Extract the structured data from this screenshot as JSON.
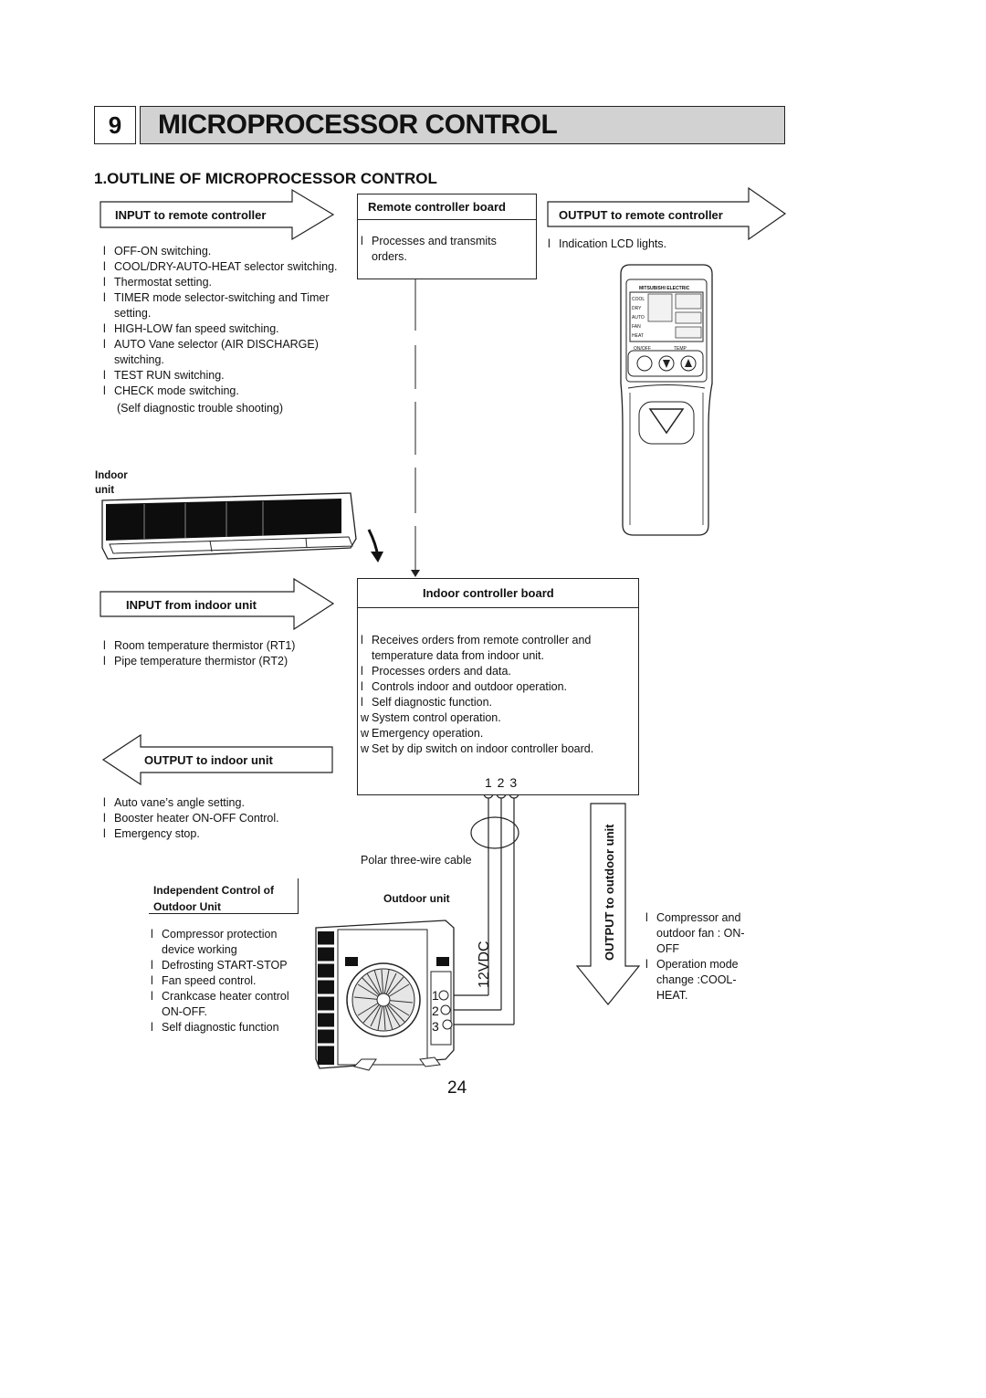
{
  "section": {
    "number": "9",
    "title": "MICROPROCESSOR CONTROL"
  },
  "subtitle": "1.OUTLINE OF MICROPROCESSOR CONTROL",
  "input_remote": {
    "label": "INPUT to remote controller",
    "items": [
      {
        "bullet": "l",
        "text": "OFF-ON switching."
      },
      {
        "bullet": "l",
        "text": "COOL/DRY-AUTO-HEAT selector switching."
      },
      {
        "bullet": "l",
        "text": "Thermostat setting."
      },
      {
        "bullet": "l",
        "text": "TIMER mode selector-switching and Timer setting."
      },
      {
        "bullet": "l",
        "text": "HIGH-LOW fan speed switching."
      },
      {
        "bullet": "l",
        "text": "AUTO Vane selector (AIR DISCHARGE) switching."
      },
      {
        "bullet": "l",
        "text": "TEST RUN switching."
      },
      {
        "bullet": "l",
        "text": "CHECK mode switching."
      }
    ],
    "note": "(Self diagnostic trouble shooting)"
  },
  "remote_board": {
    "label": "Remote controller board",
    "items": [
      {
        "bullet": "l",
        "text": "Processes and transmits orders."
      }
    ]
  },
  "output_remote": {
    "label": "OUTPUT to remote controller",
    "items": [
      {
        "bullet": "l",
        "text": "Indication LCD lights."
      }
    ]
  },
  "remote_unit": {
    "brand": "MITSUBISHI ELECTRIC",
    "modes": [
      "COOL",
      "DRY",
      "AUTO",
      "FAN",
      "HEAT"
    ],
    "button_labels": [
      "ON/OFF",
      "TEMP"
    ]
  },
  "indoor_unit_label": "Indoor unit",
  "input_indoor": {
    "label": "INPUT from indoor unit",
    "items": [
      {
        "bullet": "l",
        "text": "Room temperature thermistor (RT1)"
      },
      {
        "bullet": "l",
        "text": "Pipe temperature thermistor (RT2)"
      }
    ]
  },
  "indoor_board": {
    "label": "Indoor controller board",
    "items": [
      {
        "bullet": "l",
        "text": "Receives orders from remote controller and temperature data from indoor unit."
      },
      {
        "bullet": "l",
        "text": "Processes orders and data."
      },
      {
        "bullet": "l",
        "text": "Controls indoor and outdoor operation."
      },
      {
        "bullet": "l",
        "text": "Self diagnostic function."
      },
      {
        "bullet": "w",
        "text": "System control operation."
      },
      {
        "bullet": "w",
        "text": "Emergency operation."
      },
      {
        "bullet": "w",
        "text": "Set by dip switch on indoor controller board."
      }
    ],
    "terminals": "1 2 3"
  },
  "output_indoor": {
    "label": "OUTPUT to indoor unit",
    "items": [
      {
        "bullet": "l",
        "text": "Auto vane’s angle setting."
      },
      {
        "bullet": "l",
        "text": "Booster heater ON-OFF Control."
      },
      {
        "bullet": "l",
        "text": "Emergency stop."
      }
    ]
  },
  "cable_label": "Polar three-wire cable",
  "independent": {
    "label": "Independent Control of Outdoor Unit",
    "items": [
      {
        "bullet": "l",
        "text": "Compressor protection device working"
      },
      {
        "bullet": "l",
        "text": "Defrosting START-STOP"
      },
      {
        "bullet": "l",
        "text": "Fan speed control."
      },
      {
        "bullet": "l",
        "text": "Crankcase heater control ON-OFF."
      },
      {
        "bullet": "l",
        "text": "Self diagnostic function"
      }
    ]
  },
  "outdoor_unit_label": "Outdoor unit",
  "voltage_label": "12VDC",
  "outdoor_terminals": [
    "1",
    "2",
    "3"
  ],
  "output_outdoor": {
    "label": "OUTPUT to outdoor unit",
    "items": [
      {
        "bullet": "l",
        "text": "Compressor and outdoor fan : ON-OFF"
      },
      {
        "bullet": "l",
        "text": "Operation mode change :COOL-HEAT."
      }
    ]
  },
  "page_number": "24"
}
